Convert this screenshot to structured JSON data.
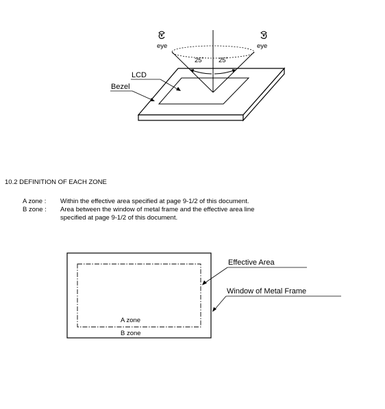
{
  "figure1": {
    "eye_left_label": "eye",
    "eye_right_label": "eye",
    "angle_left": "25˚",
    "angle_right": "25˚",
    "lcd_label": "LCD",
    "bezel_label": "Bezel"
  },
  "section": {
    "heading": "10.2 DEFINITION OF EACH ZONE",
    "a_zone_term": "A  zone :",
    "a_zone_text": "Within the effective area specified at page 9-1/2 of this document.",
    "b_zone_term": "B  zone :",
    "b_zone_text_line1": "Area between the window of metal frame and the effective area line",
    "b_zone_text_line2": "specified at page 9-1/2 of this document."
  },
  "figure2": {
    "effective_area_label": "Effective Area",
    "window_label": "Window  of  Metal  Frame",
    "a_zone_label": "A  zone",
    "b_zone_label": "B  zone"
  }
}
